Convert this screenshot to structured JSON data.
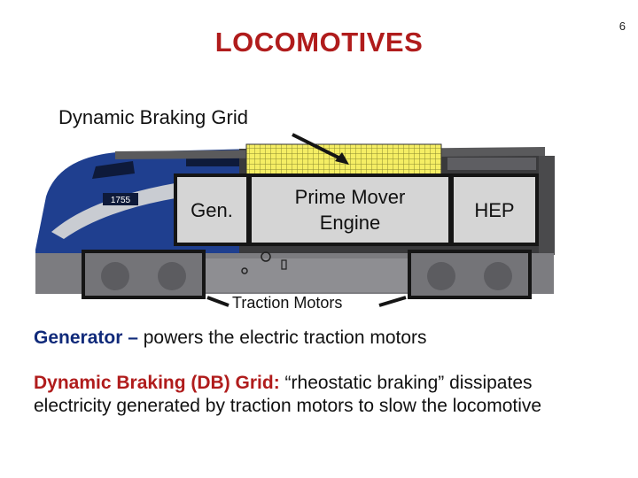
{
  "slide_number": "6",
  "title": "LOCOMOTIVES",
  "diagram": {
    "dynamic_braking_grid_label": "Dynamic Braking Grid",
    "generator_label": "Gen.",
    "prime_mover_line1": "Prime Mover",
    "prime_mover_line2": "Engine",
    "hep_label": "HEP",
    "traction_motors_label": "Traction Motors",
    "cab_number": "1755",
    "colors": {
      "title_red": "#b01c1c",
      "term_navy": "#102a7a",
      "body_blue": "#1f3f8f",
      "grid_yellow": "#f5ee64",
      "box_gray": "#d5d5d5"
    }
  },
  "text": {
    "generator_term": "Generator –",
    "generator_desc": " powers the electric traction motors",
    "db_term": "Dynamic Braking (DB) Grid: ",
    "db_desc": " “rheostatic braking” dissipates electricity generated by traction motors to slow the locomotive"
  }
}
